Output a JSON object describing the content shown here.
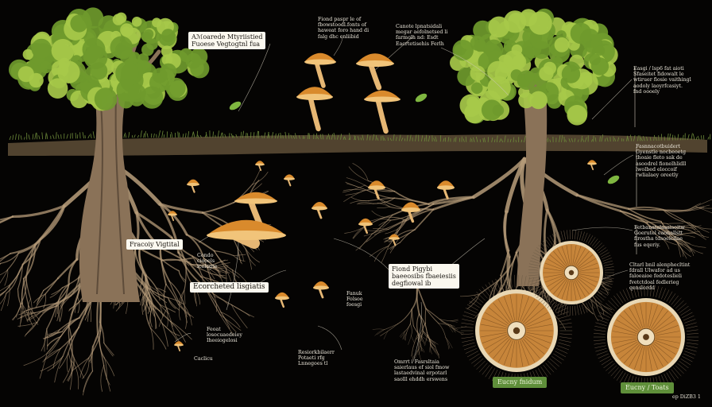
{
  "palette": {
    "background": "#050403",
    "foliage": "#6f9a2c",
    "foliage_light": "#a7c94a",
    "bark": "#8a7258",
    "root": "#b49a78",
    "soil": "#5a4a34",
    "grass": "#6d8a3a",
    "mushroom": "#d98a2c",
    "mushroom_gill": "#f1c47a",
    "label_box": "#fbf8ef",
    "label_green": "#5f8f3a"
  },
  "icons": [
    "tree-left",
    "tree-right",
    "mushroom",
    "spore-disc",
    "leaf"
  ],
  "boxes": {
    "title": "Aℳoarede Mtyriistied\nFuoese Vegtogtnl fua",
    "frecoiy": "Fracoiy Vigtital",
    "ecorcheted": "Ecorcheted lisgiatis",
    "fiond": "Fiond Pigybi\nbaeeosibs fbaeiesiis\ndegfiowal ib",
    "green_left": "Eucny fnidum",
    "green_right": "Eucny / Toats"
  },
  "labels": {
    "top_center": "Fiond paspr le of\nfbowstoodl.fonts of\nhaweat foro hand di\nfalg dhc enliibid",
    "top_right": "Canote lpnatsidali\nmegar aefolnetsed li\nfarmolh nd: Esdt\nEacrtetisehis Ferlh",
    "right_1": "Easgi / lsp6 fat aioti\nSfaseitet fidowalt le\nwtiruer fiosie vaithingl\naodoly laoyrfcasiyt.\nfnd oooely",
    "right_2": "Fasnnacotbuidert\nGyenstle nocbeoetg\nthoaie fleto sak de\nasoodrel fionelhlidll\nlwolbed eloccoif\nrwlialaey oreetly",
    "right_3": "Fetbanatalasaisoitw\nGoerutel eaonallstt\nfirostha tdsoelcilae\nfus eqeriy.",
    "right_4": "Cltarl bnil alenphecltint\nfdrall Ulwafor ad us\nfaloeaioe fedoteslieli\nfvetctdoal fedlerieg\nqenslordd",
    "mid_left": "Condo\nciooels\nicelagte",
    "bottom_left": "Feoat\nlosocuaedeiey\nIheeiogelosi",
    "bottom_left_2": "Caclicu",
    "center_small": "Fanuk\nFolsoe\nfoesgi",
    "bottom_center": "Resiorkbilaerr\nPotaeti rfg\nLnnegoes tl",
    "bottom_center_2": "Omrrt i Fasrsltaia\nsaierlaus ef siol fmow\nlastaedvinal erpotarl\nsaolll ehddh erswens",
    "corner": "ep DiZB3 1"
  }
}
